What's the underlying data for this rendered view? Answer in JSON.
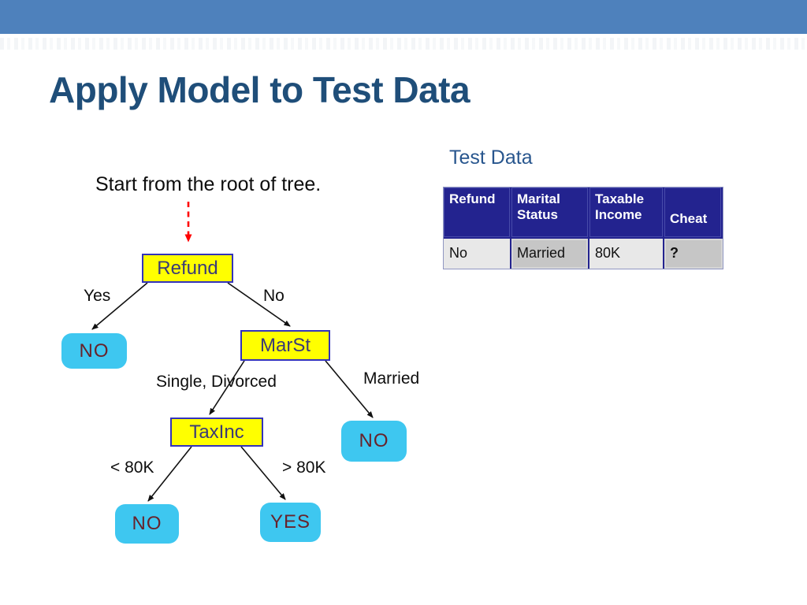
{
  "slide": {
    "title": "Apply Model to Test Data",
    "annotation": "Start from the root of tree."
  },
  "test_data": {
    "label": "Test Data",
    "table": {
      "columns": [
        "Refund",
        "Marital Status",
        "Taxable Income",
        "Cheat"
      ],
      "rows": [
        [
          "No",
          "Married",
          "80K",
          "?"
        ]
      ]
    }
  },
  "tree": {
    "decision_nodes": {
      "refund": {
        "label": "Refund"
      },
      "marst": {
        "label": "MarSt"
      },
      "taxinc": {
        "label": "TaxInc"
      }
    },
    "leaf_nodes": {
      "refund_yes": {
        "label": "NO"
      },
      "marst_married": {
        "label": "NO"
      },
      "taxinc_low": {
        "label": "NO"
      },
      "taxinc_high": {
        "label": "YES"
      }
    },
    "branch_labels": {
      "refund_yes": "Yes",
      "refund_no": "No",
      "marst_single_divorced": "Single, Divorced",
      "marst_married": "Married",
      "taxinc_low": "< 80K",
      "taxinc_high": "> 80K"
    }
  },
  "colors": {
    "top_bar": "#4E81BC",
    "title_text": "#1F4E79",
    "table_header_bg": "#23238F",
    "table_cell_light": "#E8E8E8",
    "table_cell_dark": "#C6C6C6",
    "decision_node_fill": "#FFFF00",
    "decision_node_border": "#3333BB",
    "decision_node_text": "#3A3A78",
    "leaf_node_fill": "#3EC7F0",
    "leaf_node_text": "#67232B",
    "edge_stroke": "#111111",
    "start_arrow": "#FF0000"
  }
}
